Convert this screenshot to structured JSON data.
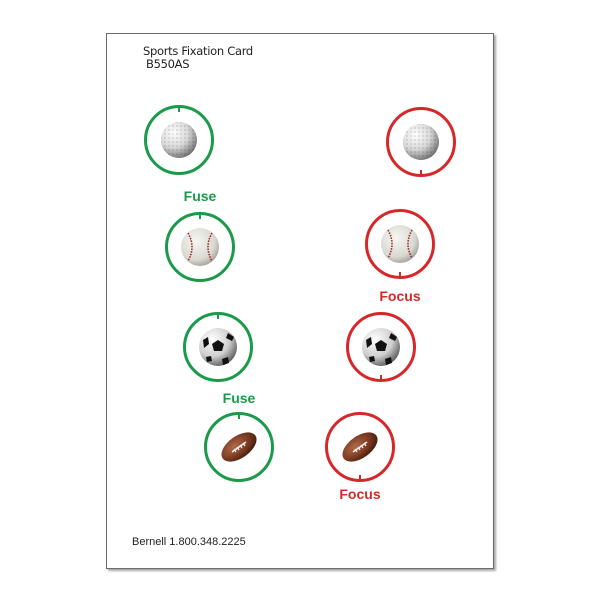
{
  "card": {
    "title": "Sports Fixation Card",
    "code": "B550AS",
    "footer": "Bernell 1.800.348.2225"
  },
  "colors": {
    "green": "#1a9a4a",
    "red": "#d6282b",
    "border": "#6b6b6b"
  },
  "labels": {
    "fuse_1": "Fuse",
    "focus_1": "Focus",
    "fuse_2": "Fuse",
    "focus_2": "Focus"
  },
  "targets": [
    {
      "ball": "golf-ball",
      "side": "left",
      "color": "green",
      "tick": "top"
    },
    {
      "ball": "golf-ball",
      "side": "right",
      "color": "red",
      "tick": "bottom"
    },
    {
      "ball": "baseball",
      "side": "left",
      "color": "green",
      "tick": "top"
    },
    {
      "ball": "baseball",
      "side": "right",
      "color": "red",
      "tick": "bottom"
    },
    {
      "ball": "soccer-ball",
      "side": "left",
      "color": "green",
      "tick": "top"
    },
    {
      "ball": "soccer-ball",
      "side": "right",
      "color": "red",
      "tick": "bottom"
    },
    {
      "ball": "football",
      "side": "left",
      "color": "green",
      "tick": "top"
    },
    {
      "ball": "football",
      "side": "right",
      "color": "red",
      "tick": "bottom"
    }
  ]
}
